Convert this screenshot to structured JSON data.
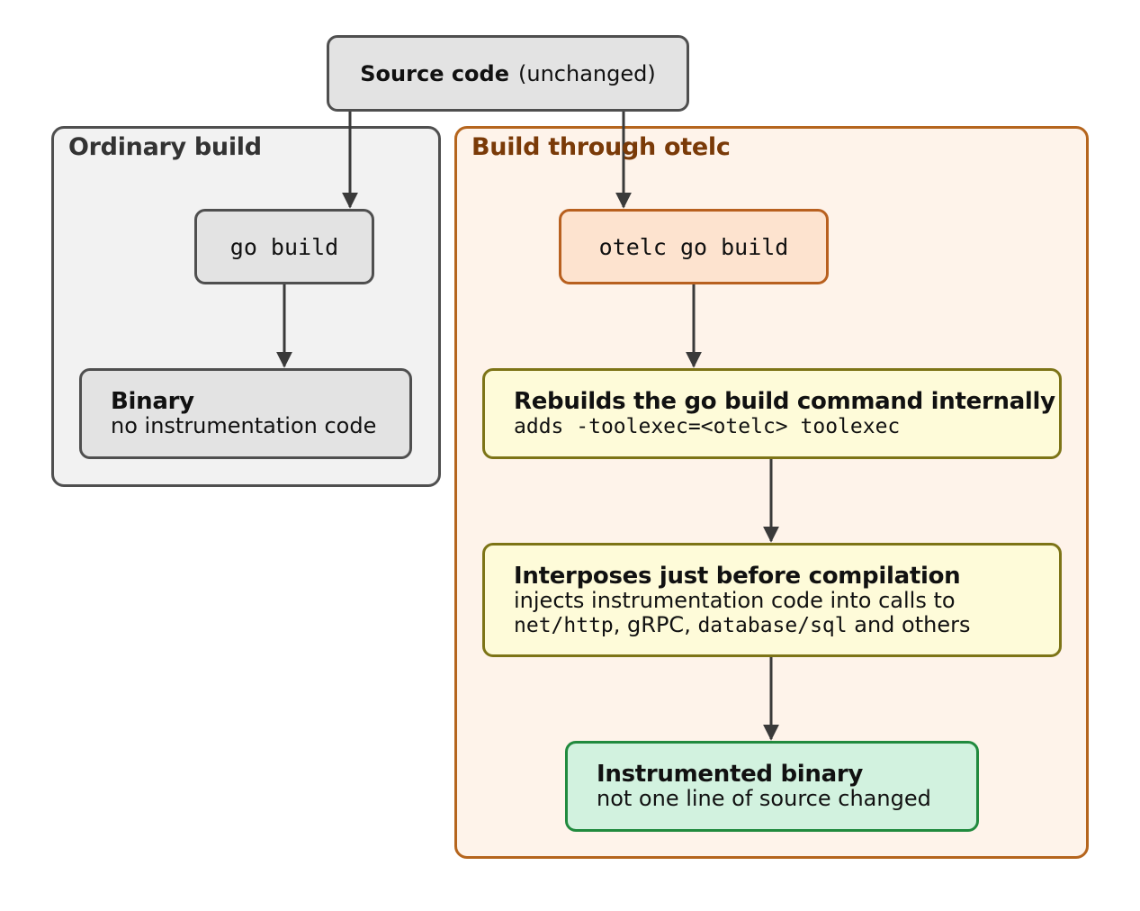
{
  "source": {
    "title": "Source code",
    "note": "(unchanged)"
  },
  "ordinary": {
    "group_title": "Ordinary build",
    "command": "go build",
    "binary_title": "Binary",
    "binary_desc": "no instrumentation code"
  },
  "otelc": {
    "group_title": "Build through otelc",
    "command": "otelc go build",
    "rebuild_title": "Rebuilds the go build command internally",
    "rebuild_prefix": "adds ",
    "rebuild_flag": "-toolexec=<otelc> toolexec",
    "interpose_title": "Interposes just before compilation",
    "interpose_desc": "injects instrumentation code into calls to",
    "pkg_http": "net/http",
    "sep1": ", ",
    "pkg_grpc": "gRPC",
    "sep2": ", ",
    "pkg_sql": "database/sql",
    "interpose_tail": " and others",
    "result_title": "Instrumented binary",
    "result_desc": "not one line of source changed"
  },
  "colors": {
    "ordinary_fill": "#f2f2f2",
    "otelc_fill": "#fef3ea",
    "otelc_border": "#b5651d",
    "otelc_title": "#7a3a08",
    "command_fill": "#fde3cf",
    "step_fill": "#fefbd9",
    "step_border": "#7d7417",
    "result_fill": "#d2f2df",
    "result_border": "#218a3e",
    "arrow": "#3a3a3a"
  }
}
